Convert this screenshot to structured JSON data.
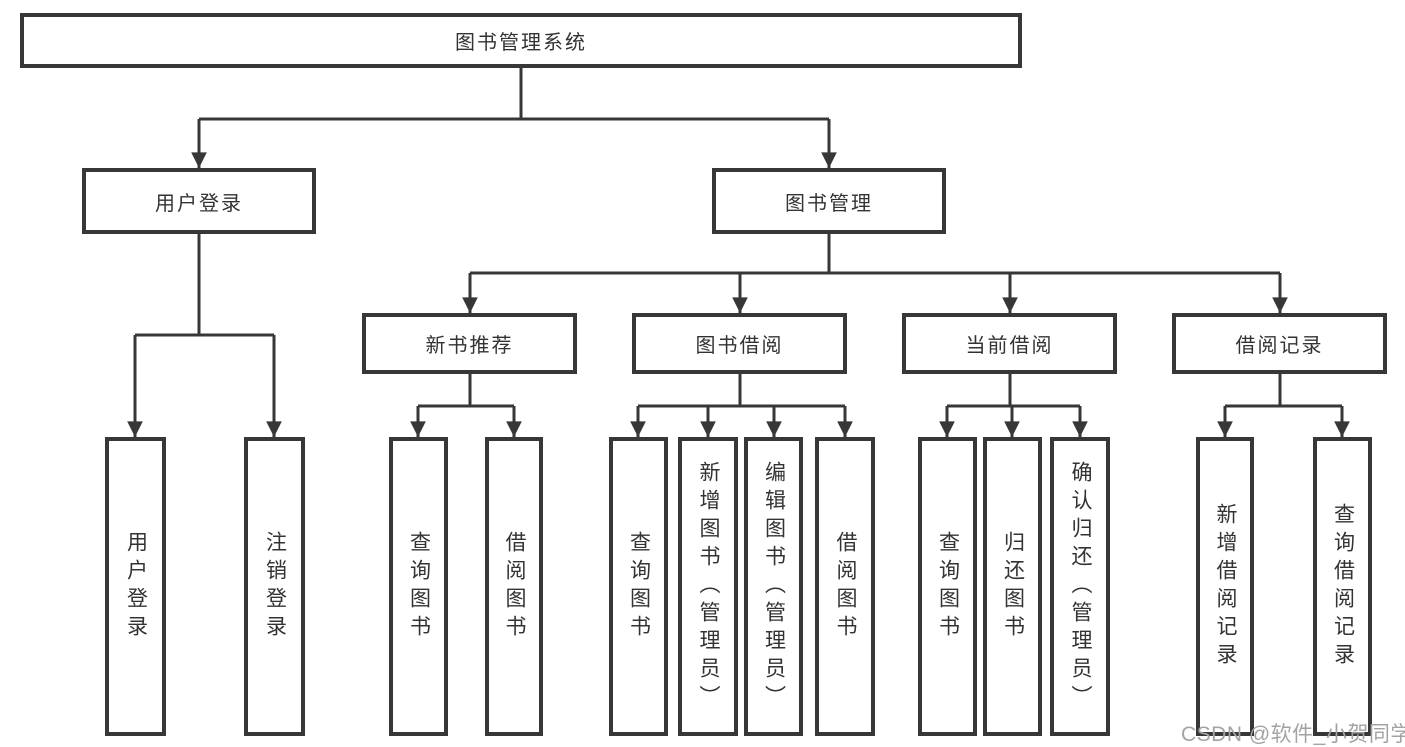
{
  "diagram": {
    "title": "图书管理系统",
    "level2": [
      "用户登录",
      "图书管理"
    ],
    "level3": [
      "新书推荐",
      "图书借阅",
      "当前借阅",
      "借阅记录"
    ],
    "leaves": {
      "userLogin": [
        "用户登录",
        "注销登录"
      ],
      "newBookRec": [
        "查询图书",
        "借阅图书"
      ],
      "bookBorrow": [
        "查询图书",
        "新增图书（管理员）",
        "编辑图书（管理员）",
        "借阅图书"
      ],
      "currentBorrow": [
        "查询图书",
        "归还图书",
        "确认归还（管理员）"
      ],
      "borrowRecords": [
        "新增借阅记录",
        "查询借阅记录"
      ]
    }
  },
  "watermark": {
    "text": "CSDN @软件_小贺同学"
  },
  "colors": {
    "line": "#373737",
    "text": "#333333",
    "wm": "#a3a3a3",
    "bg": "#ffffff"
  }
}
